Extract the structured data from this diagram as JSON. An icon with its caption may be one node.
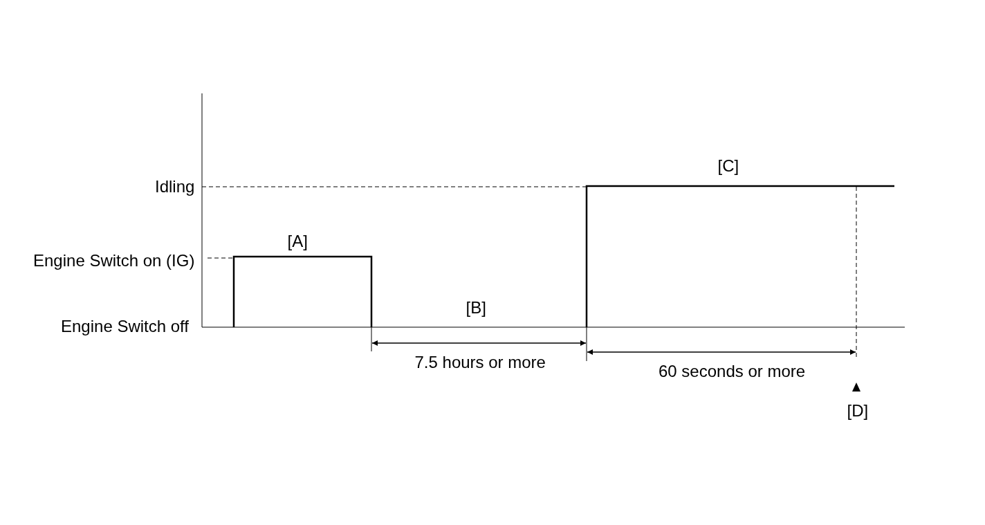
{
  "diagram": {
    "labels": [
      "[C]",
      "Idling",
      "[A]",
      "Engine Switch on (IG)",
      "[B]",
      "Engine Switch off",
      "7.5 hours or more",
      "60 seconds or more",
      "[D]"
    ]
  }
}
